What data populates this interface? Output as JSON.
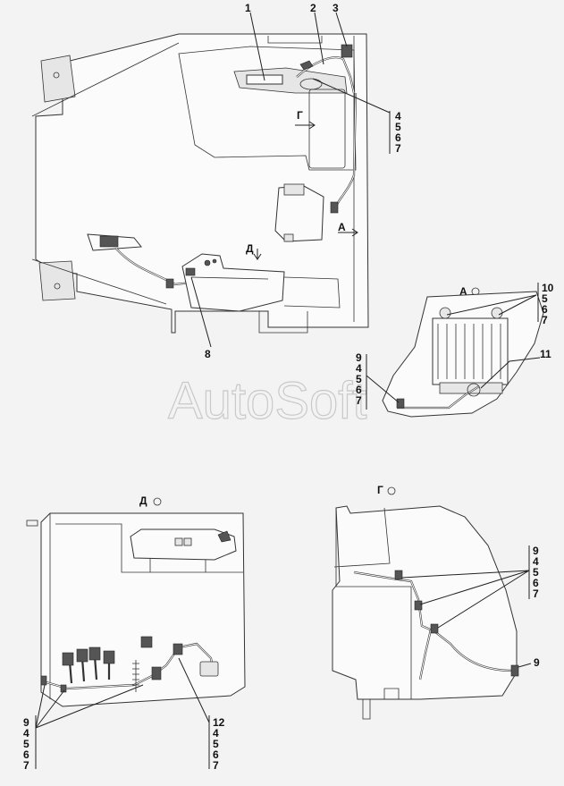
{
  "watermark": "AutoSoft",
  "views": {
    "a": "А",
    "d": "Д",
    "g": "Г"
  },
  "callouts": {
    "c1": "1",
    "c2": "2",
    "c3": "3",
    "c8": "8",
    "c9": "9",
    "c11": "11"
  },
  "stacks": {
    "top_right": [
      "4",
      "5",
      "6",
      "7"
    ],
    "view_a": [
      "10",
      "5",
      "6",
      "7"
    ],
    "view_a_left": [
      "9",
      "4",
      "5",
      "6",
      "7"
    ],
    "view_d_left": [
      "9",
      "4",
      "5",
      "6",
      "7"
    ],
    "view_d_right": [
      "12",
      "4",
      "5",
      "6",
      "7"
    ],
    "view_g": [
      "9",
      "4",
      "5",
      "6",
      "7"
    ]
  }
}
